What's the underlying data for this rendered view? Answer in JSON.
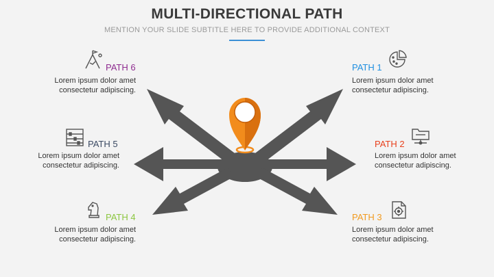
{
  "title": "MULTI-DIRECTIONAL PATH",
  "subtitle": "MENTION YOUR SLIDE SUBTITLE HERE TO PROVIDE ADDITIONAL CONTEXT",
  "paths": {
    "p1": {
      "label": "PATH 1",
      "color": "#1f8fe0",
      "line1": "Lorem ipsum dolor amet",
      "line2": "consectetur adipiscing.",
      "icon": "pie-chart-icon"
    },
    "p2": {
      "label": "PATH 2",
      "color": "#e8401c",
      "line1": "Lorem ipsum dolor amet",
      "line2": "consectetur adipiscing.",
      "icon": "folder-network-icon"
    },
    "p3": {
      "label": "PATH 3",
      "color": "#f19a1f",
      "line1": "Lorem ipsum dolor amet",
      "line2": "consectetur adipiscing.",
      "icon": "document-target-icon"
    },
    "p4": {
      "label": "PATH 4",
      "color": "#8cc63f",
      "line1": "Lorem ipsum dolor amet",
      "line2": "consectetur adipiscing.",
      "icon": "chess-knight-icon"
    },
    "p5": {
      "label": "PATH 5",
      "color": "#3b4a63",
      "line1": "Lorem ipsum dolor amet",
      "line2": "consectetur adipiscing.",
      "icon": "abacus-icon"
    },
    "p6": {
      "label": "PATH 6",
      "color": "#8e2b8f",
      "line1": "Lorem ipsum dolor amet",
      "line2": "consectetur adipiscing.",
      "icon": "mountain-flag-icon"
    }
  },
  "colors": {
    "arrows": "#555555",
    "pin": "#f28c1c",
    "pin_dark": "#c45f0a",
    "title_rule": "#3a8fd6"
  }
}
